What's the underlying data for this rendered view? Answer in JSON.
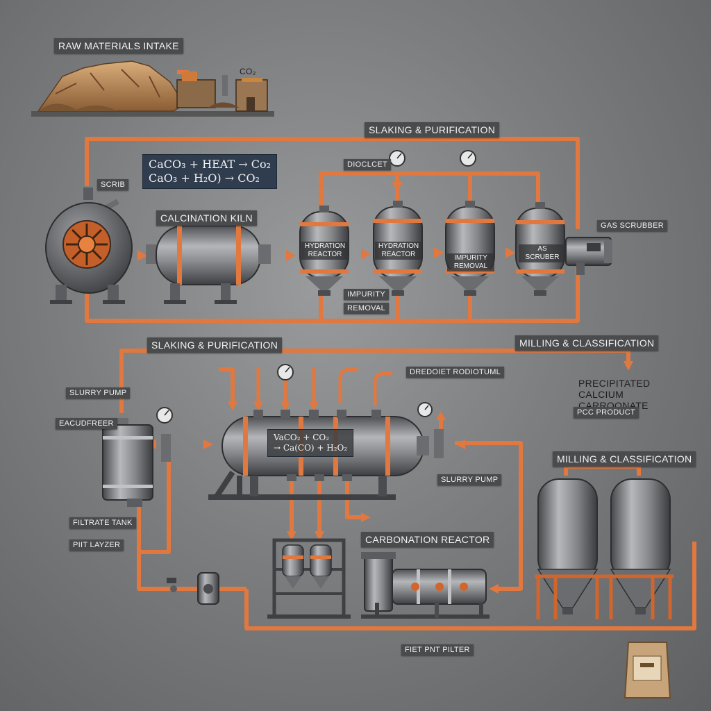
{
  "labels": {
    "raw_materials_intake": "RAW MATERIALS INTAKE",
    "co2_stack": "CO₂",
    "slaking_purification_top": "SLAKING & PURIFICATION",
    "scrib": "SCRIB",
    "calcination_kiln": "CALCINATION KILN",
    "dioclet": "DIOCLCET",
    "gas_scrubber": "GAS SCRUBBER",
    "impurity": "IMPURITY",
    "removal": "REMOVAL",
    "slaking_purification_mid": "SLAKING & PURIFICATION",
    "milling_classification_mid": "MILLING & CLASSIFICATION",
    "slurry_pump_left": "SLURRY PUMP",
    "eacudfreer": "EACUDFREER",
    "dredoiet_rodiotuml": "DREDOIET RODIOTUML",
    "precipitated_calcium_carbonate": "PRECIPITATED CALCIUM CARROONATE",
    "pcc_product": "PCC PRODUCT",
    "milling_classification_right": "MILLING & CLASSIFICATION",
    "slurry_pump_mid": "SLURRY PUMP",
    "filtrate_tank": "FILTRATE TANK",
    "piit_layzer": "PIIT LAYZER",
    "carbonation_reactor": "CARBONATION REACTOR",
    "fiet_pnt_pilter": "FIET PNT PILTER"
  },
  "vessel_labels": {
    "hydration_reactor_1": "HYDRATION REACTOR",
    "hydration_reactor_2": "HYDRATION REACTOR",
    "impurity_removal": "IMPURITY REMOVAL",
    "gas_scrubber_vessel": "AS SCRUBER"
  },
  "equations": {
    "top_line1": "CaCO₃ + HEAT → Co₂",
    "top_line2": "CaO₃ + H₂O) → CO₂",
    "mid_line1": "VaCO₂ + CO₂",
    "mid_line2": "→ Ca(CO) + H₂O₂"
  },
  "colors": {
    "pipe": "#e07840",
    "steel": "#8a8c8f",
    "label_bg": "#4a4b4d",
    "equation_bg": "#2f3d4f"
  }
}
